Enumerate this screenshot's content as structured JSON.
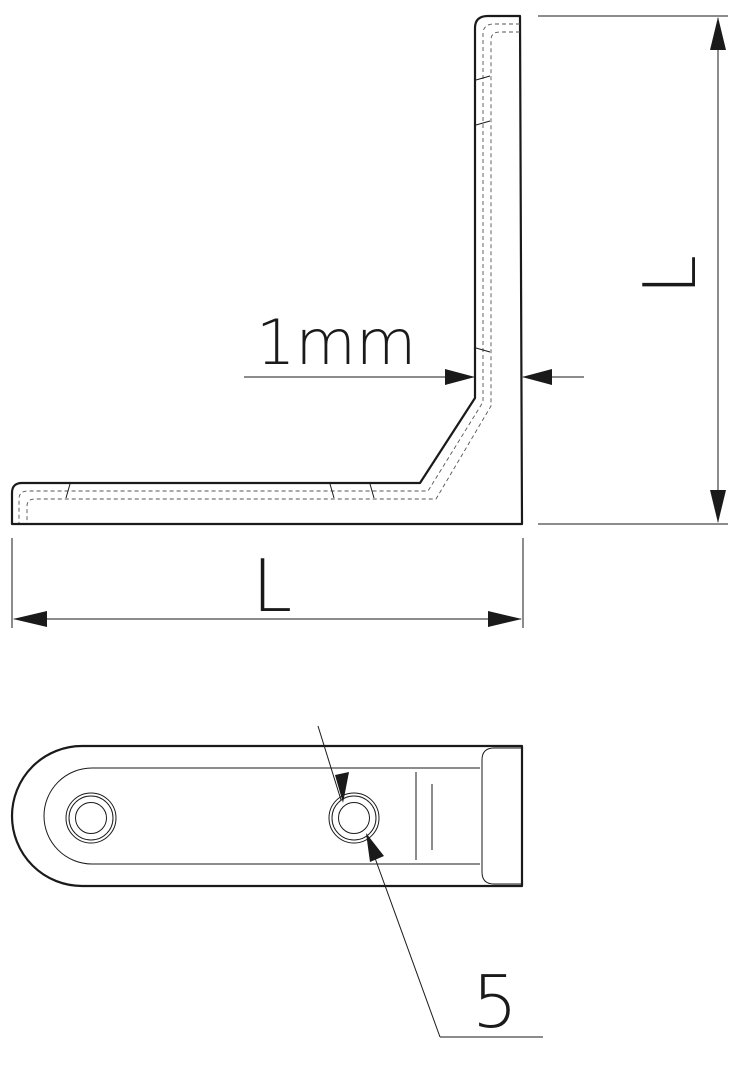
{
  "dimensions": {
    "thickness_label": "1mm",
    "height_label": "L",
    "width_label": "L",
    "hole_label": "5"
  },
  "colors": {
    "line": "#1a1a1a",
    "background": "#ffffff"
  }
}
